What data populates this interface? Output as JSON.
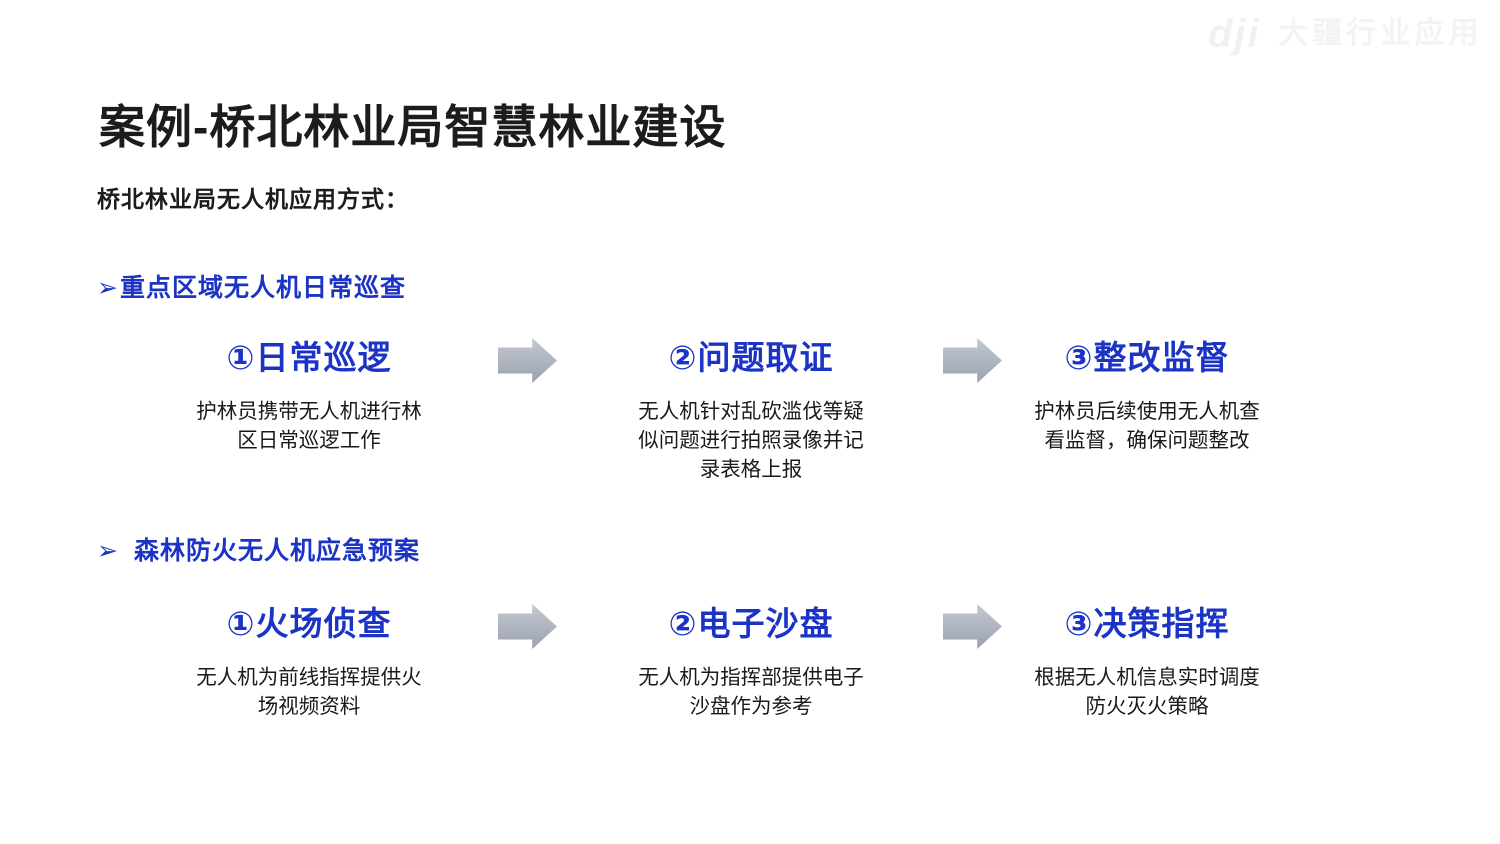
{
  "page": {
    "title": "案例-桥北林业局智慧林业建设",
    "subtitle": "桥北林业局无人机应用方式："
  },
  "watermark": {
    "logo_text": "dji",
    "brand_text": "大疆行业应用"
  },
  "colors": {
    "accent_blue": "#1b34c6",
    "arrow_gray": "#aeb4bf",
    "text_dark": "#1a1a1a",
    "watermark_gray": "#f2f2f4"
  },
  "sections": [
    {
      "bullet": "➢",
      "heading": "重点区域无人机日常巡查",
      "steps": [
        {
          "title": "①日常巡逻",
          "desc": "护林员携带无人机进行林\n区日常巡逻工作"
        },
        {
          "title": "②问题取证",
          "desc": "无人机针对乱砍滥伐等疑\n似问题进行拍照录像并记\n录表格上报"
        },
        {
          "title": "③整改监督",
          "desc": "护林员后续使用无人机查\n看监督，确保问题整改"
        }
      ]
    },
    {
      "bullet": "➢",
      "heading": "森林防火无人机应急预案",
      "steps": [
        {
          "title": "①火场侦查",
          "desc": "无人机为前线指挥提供火\n场视频资料"
        },
        {
          "title": "②电子沙盘",
          "desc": "无人机为指挥部提供电子\n沙盘作为参考"
        },
        {
          "title": "③决策指挥",
          "desc": "根据无人机信息实时调度\n防火灭火策略"
        }
      ]
    }
  ]
}
